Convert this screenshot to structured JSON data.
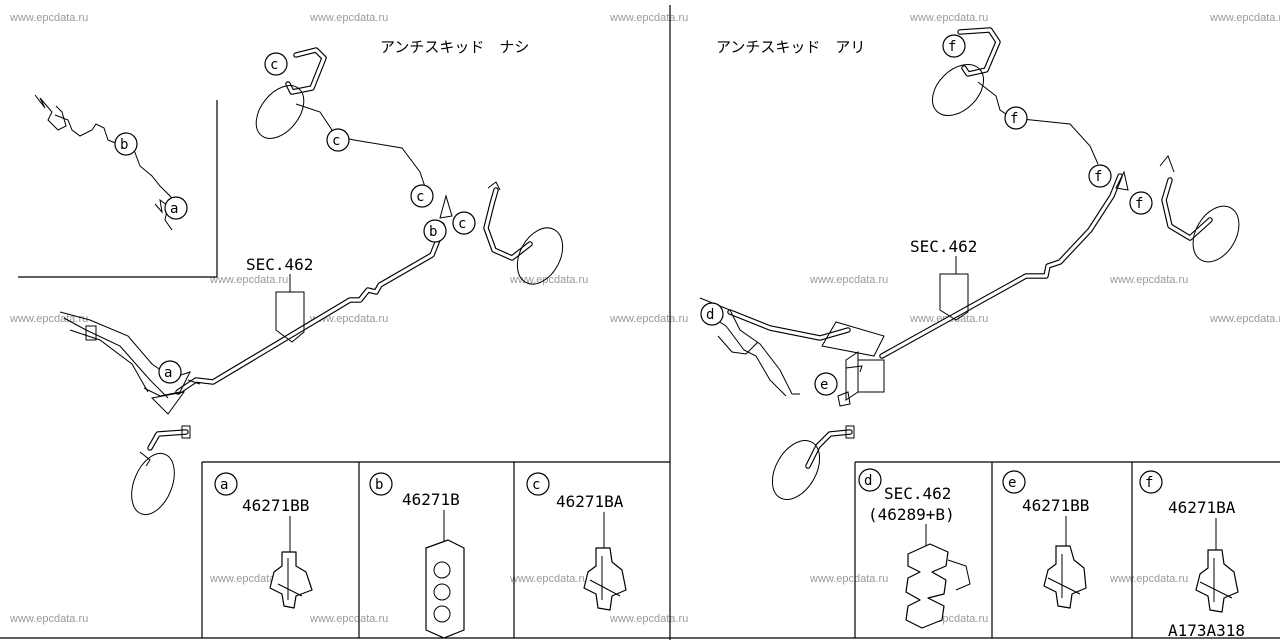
{
  "watermark": "www.epcdata.ru",
  "left_panel": {
    "title": "アンチスキッド　ナシ",
    "sec_label": "SEC.462",
    "callouts": [
      "c",
      "c",
      "c",
      "c",
      "b",
      "b",
      "a",
      "a"
    ],
    "parts": [
      {
        "letter": "a",
        "part_no": "46271BB"
      },
      {
        "letter": "b",
        "part_no": "46271B"
      },
      {
        "letter": "c",
        "part_no": "46271BA"
      }
    ]
  },
  "right_panel": {
    "title": "アンチスキッド　アリ",
    "sec_label": "SEC.462",
    "callouts": [
      "f",
      "f",
      "f",
      "f",
      "d",
      "e"
    ],
    "parts": [
      {
        "letter": "d",
        "part_no": "SEC.462",
        "part_sub": "(46289+B)"
      },
      {
        "letter": "e",
        "part_no": "46271BB"
      },
      {
        "letter": "f",
        "part_no": "46271BA"
      }
    ]
  },
  "figure_code": "A173A318"
}
